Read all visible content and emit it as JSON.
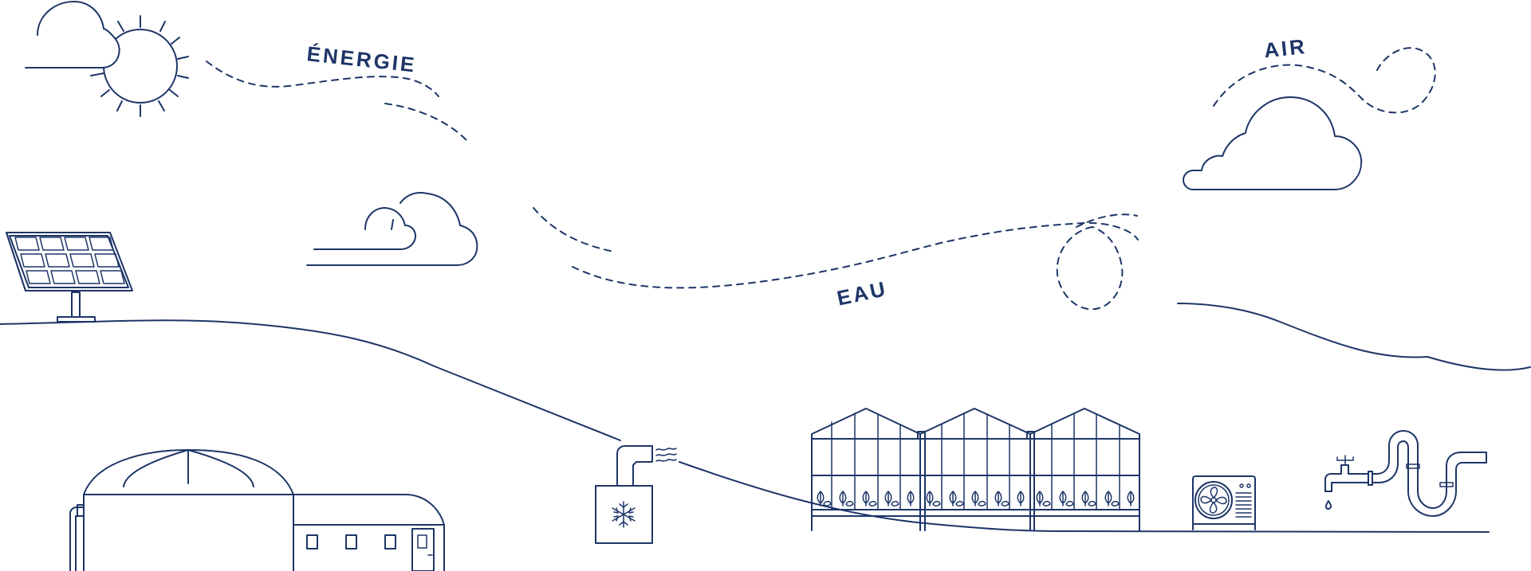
{
  "labels": {
    "energie": "ÉNERGIE",
    "eau": "EAU",
    "air": "AIR"
  },
  "colors": {
    "line": "#1d3567",
    "background": "#ffffff"
  },
  "icons": [
    "sun-icon",
    "cloud-icon",
    "solar-panel-icon",
    "biogas-digester-icon",
    "building-icon",
    "cooling-unit-icon",
    "snowflake-icon",
    "greenhouse-icon",
    "plant-icon",
    "heat-pump-icon",
    "fan-icon",
    "faucet-icon",
    "water-drop-icon",
    "pipe-icon"
  ]
}
